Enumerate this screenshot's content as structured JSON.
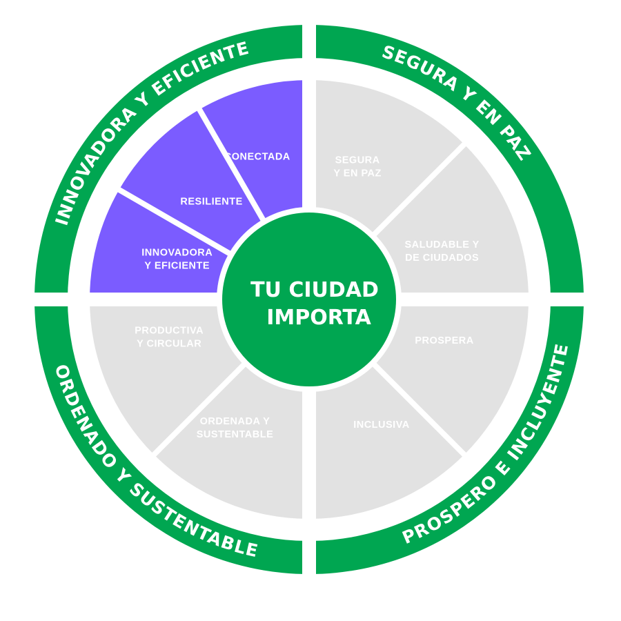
{
  "colors": {
    "green": "#00a651",
    "purple": "#7b5cff",
    "gray": "#e2e2e2",
    "white": "#ffffff"
  },
  "center": {
    "line1": "TU CIUDAD",
    "line2": "IMPORTA"
  },
  "quadrants": [
    {
      "key": "innovadora",
      "ring_label": "INNOVADORA Y EFICIENTE",
      "active": true,
      "segments": [
        {
          "lines": [
            "INNOVADORA",
            "Y EFICIENTE"
          ]
        },
        {
          "lines": [
            "RESILIENTE"
          ]
        },
        {
          "lines": [
            "CONECTADA"
          ]
        }
      ]
    },
    {
      "key": "segura",
      "ring_label": "SEGURA Y EN PAZ",
      "active": false,
      "segments": [
        {
          "lines": [
            "SEGURA",
            "Y EN PAZ"
          ]
        },
        {
          "lines": [
            "SALUDABLE Y",
            "DE CIUDADOS"
          ]
        }
      ]
    },
    {
      "key": "prospero",
      "ring_label": "PROSPERO E INCLUYENTE",
      "active": false,
      "segments": [
        {
          "lines": [
            "PROSPERA"
          ]
        },
        {
          "lines": [
            "INCLUSIVA"
          ]
        }
      ]
    },
    {
      "key": "ordenado",
      "ring_label": "ORDENADO Y SUSTENTABLE",
      "active": false,
      "segments": [
        {
          "lines": [
            "ORDENADA Y",
            "SUSTENTABLE"
          ]
        },
        {
          "lines": [
            "PRODUCTIVA",
            "Y CIRCULAR"
          ]
        }
      ]
    }
  ]
}
